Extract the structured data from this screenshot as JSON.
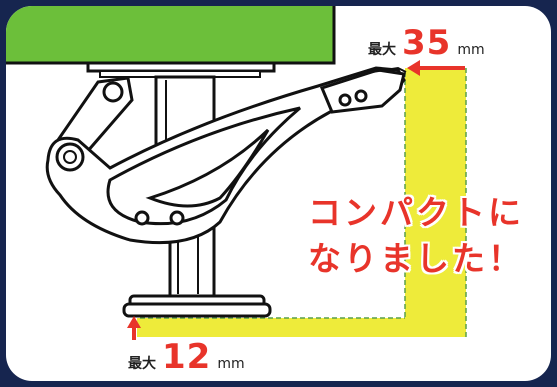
{
  "colors": {
    "background": "#16254f",
    "card": "#ffffff",
    "mount_plate": "#6cbf3a",
    "highlight": "#eeeb3a",
    "accent": "#e8342a",
    "line": "#111111"
  },
  "illustration": {
    "subject": "caster-stopper-icon"
  },
  "dimension_top": {
    "prefix": "最大",
    "value": "35",
    "unit": "mm"
  },
  "dimension_bottom": {
    "prefix": "最大",
    "value": "12",
    "unit": "mm"
  },
  "headline": {
    "line1": "コンパクトに",
    "line2": "なりました！"
  }
}
